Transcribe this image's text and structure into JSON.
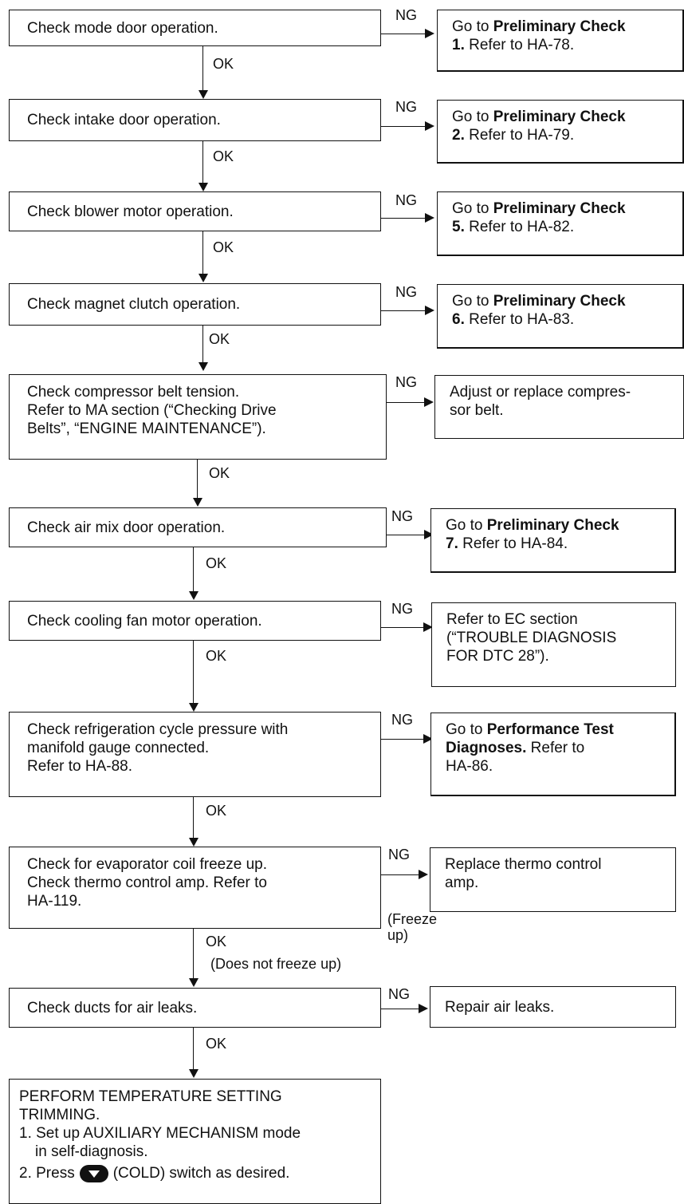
{
  "labels": {
    "ng": "NG",
    "ok": "OK"
  },
  "steps": [
    {
      "check": [
        "Check mode door operation."
      ],
      "result": {
        "pre": "Go to ",
        "bold": "Preliminary Check",
        "bold2": "1.",
        "post": " Refer to HA-78."
      }
    },
    {
      "check": [
        "Check intake door operation."
      ],
      "result": {
        "pre": "Go to ",
        "bold": "Preliminary Check",
        "bold2": "2.",
        "post": " Refer to HA-79."
      }
    },
    {
      "check": [
        "Check blower motor operation."
      ],
      "result": {
        "pre": "Go to ",
        "bold": "Preliminary Check",
        "bold2": "5.",
        "post": " Refer to HA-82."
      }
    },
    {
      "check": [
        "Check magnet clutch operation."
      ],
      "result": {
        "pre": "Go to ",
        "bold": "Preliminary Check",
        "bold2": "6.",
        "post": " Refer to HA-83."
      }
    },
    {
      "check": [
        "Check compressor belt tension.",
        "Refer to MA section (“Checking Drive",
        "Belts”, “ENGINE MAINTENANCE”)."
      ],
      "result_lines": [
        "Adjust or replace compres-",
        "sor belt."
      ]
    },
    {
      "check": [
        "Check air mix door operation."
      ],
      "result": {
        "pre": "Go to ",
        "bold": "Preliminary Check",
        "bold2": "7.",
        "post": " Refer to HA-84."
      }
    },
    {
      "check": [
        "Check cooling fan motor operation."
      ],
      "result_lines": [
        "Refer to EC section",
        "(“TROUBLE DIAGNOSIS",
        "FOR DTC 28”)."
      ]
    },
    {
      "check": [
        "Check refrigeration cycle pressure with",
        "manifold gauge connected.",
        "Refer to HA-88."
      ],
      "result": {
        "pre": "Go to ",
        "bold": "Performance Test",
        "bold2": "Diagnoses.",
        "post": " Refer to",
        "post2": "HA-86."
      }
    },
    {
      "check": [
        "Check for evaporator coil freeze up.",
        "Check thermo control amp. Refer to",
        "HA-119."
      ],
      "result_lines": [
        "Replace thermo control",
        "amp."
      ],
      "ng_note": [
        "(Freeze",
        "up)"
      ],
      "ok_note": "(Does not freeze up)"
    },
    {
      "check": [
        "Check ducts for air leaks."
      ],
      "result_lines": [
        "Repair air leaks."
      ]
    }
  ],
  "final": {
    "title": [
      "PERFORM TEMPERATURE SETTING",
      "TRIMMING."
    ],
    "items": [
      "1. Set up AUXILIARY MECHANISM mode",
      "in self-diagnosis."
    ],
    "item2_pre": "2. Press",
    "item2_post": "(COLD) switch as desired.",
    "icon": "cold-down-button-icon"
  }
}
